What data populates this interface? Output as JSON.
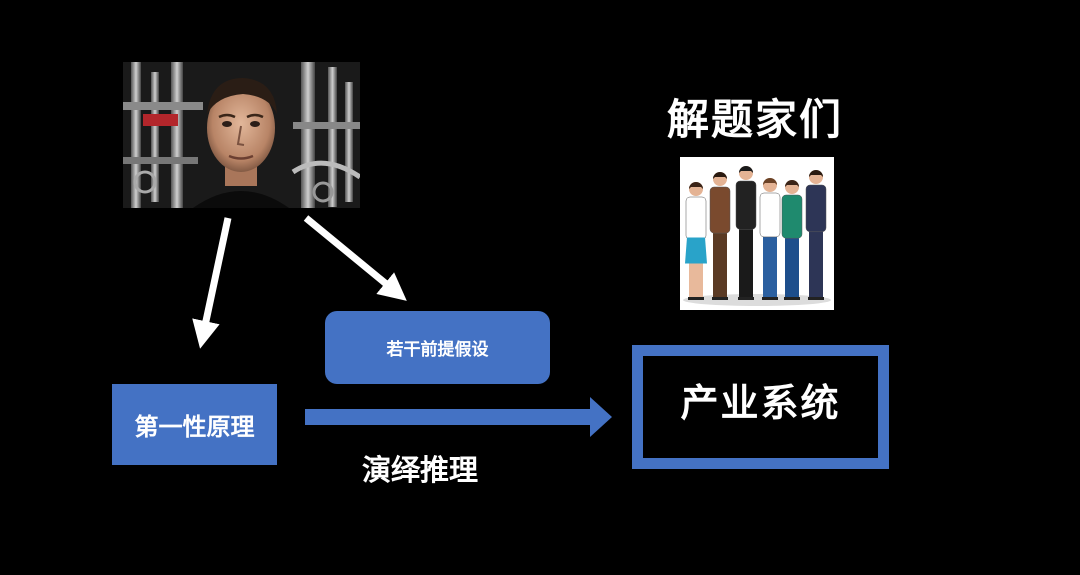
{
  "colors": {
    "background": "#000000",
    "box_fill": "#4472c4",
    "text": "#ffffff",
    "arrow_white": "#ffffff",
    "arrow_blue": "#4472c4"
  },
  "images": {
    "portrait": "portrait-photo",
    "team": "team-illustration"
  },
  "nodes": {
    "solvers_title": "解题家们",
    "assumptions": "若干前提假设",
    "first_principles": "第一性原理",
    "industry_system": "产业系统"
  },
  "edges": {
    "deduction_label": "演绎推理"
  }
}
